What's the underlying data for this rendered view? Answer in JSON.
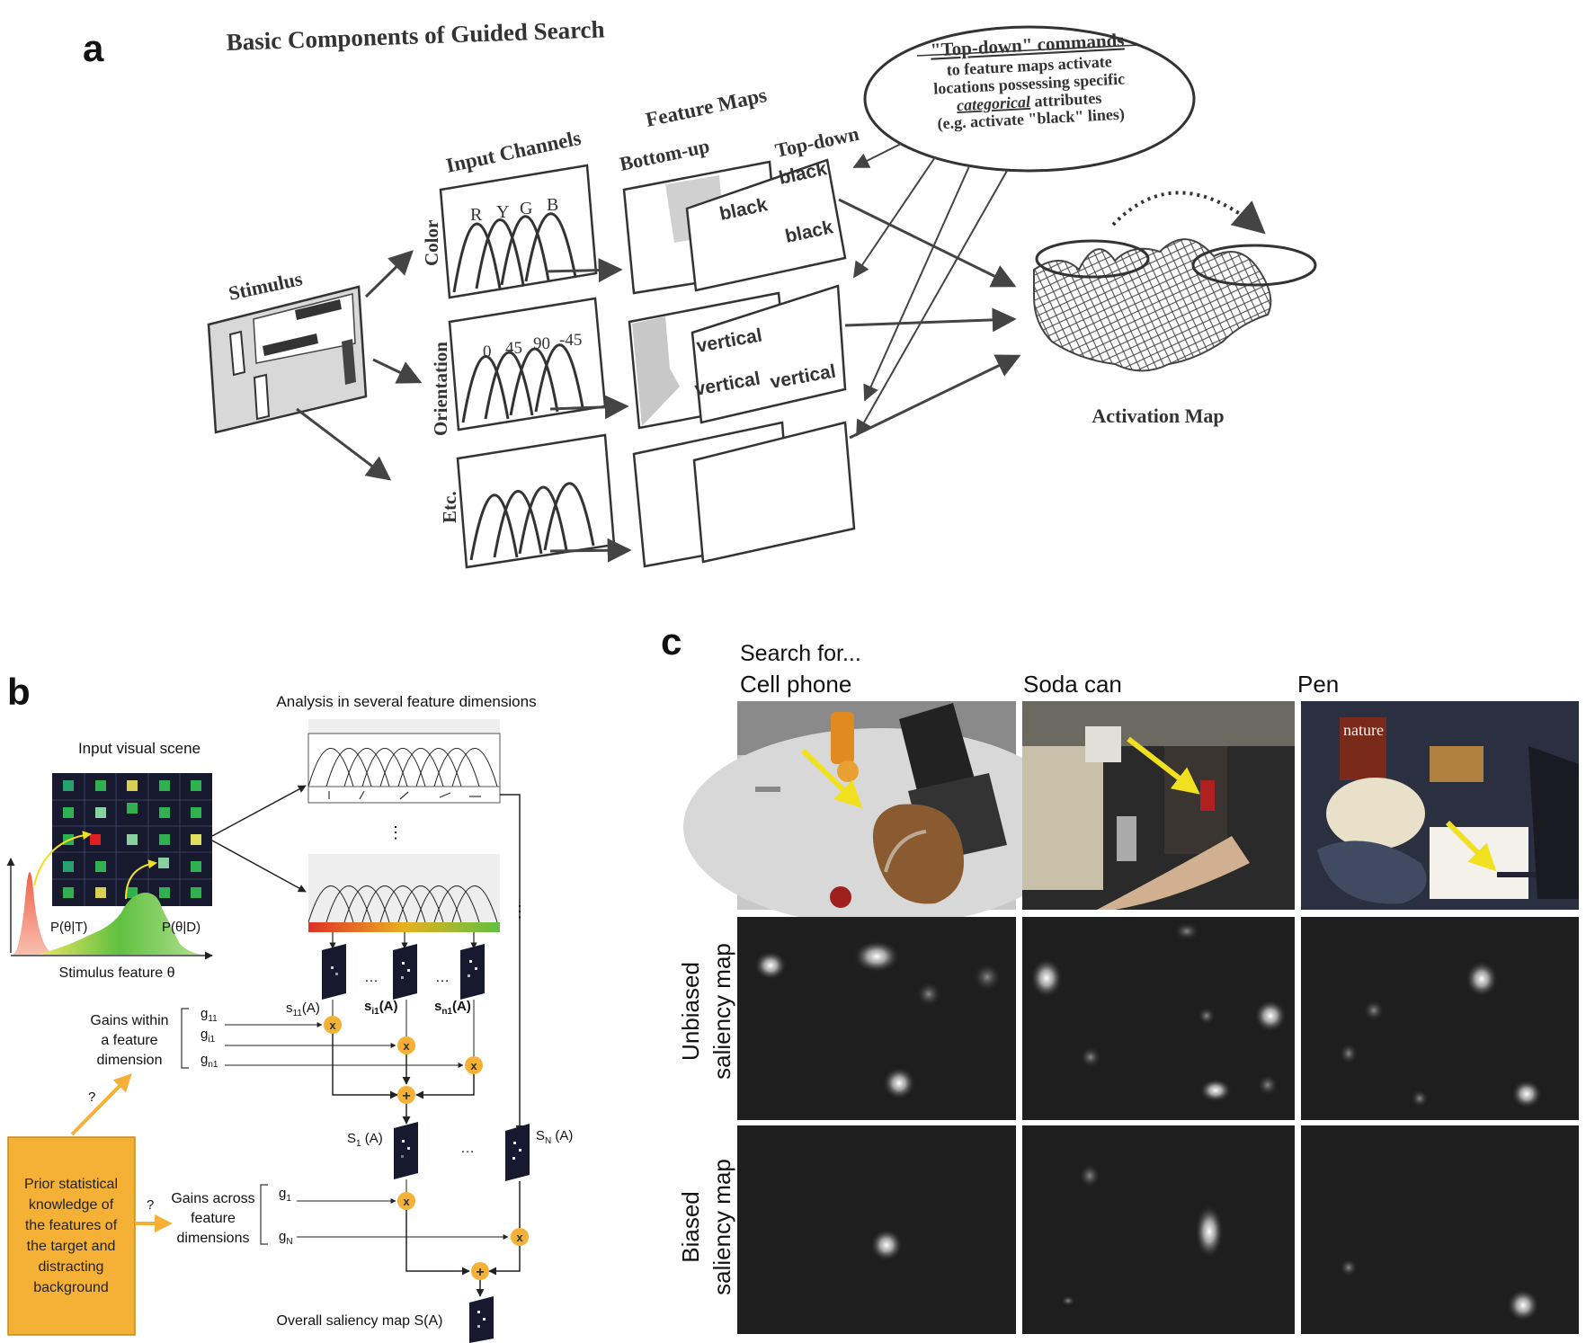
{
  "panel_a": {
    "letter": "a",
    "title": "Basic Components of Guided Search",
    "stimulus_label": "Stimulus",
    "input_channels_label": "Input Channels",
    "feature_maps_label": "Feature Maps",
    "bottom_up_label": "Bottom-up",
    "top_down_label": "Top-down",
    "channels": [
      {
        "name": "Color",
        "curve_labels": [
          "R",
          "Y",
          "G",
          "B"
        ]
      },
      {
        "name": "Orientation",
        "curve_labels": [
          "0",
          "45",
          "90",
          "-45"
        ]
      },
      {
        "name": "Etc.",
        "curve_labels": []
      }
    ],
    "topdown_words": {
      "color": [
        "black",
        "black",
        "black"
      ],
      "orientation": [
        "vertical",
        "vertical",
        "vertical"
      ]
    },
    "topdown_commands": {
      "heading": "\"Top-down\" commands",
      "line1": "to feature maps activate",
      "line2": "locations possessing specific",
      "line3_italic": "categorical",
      "line3_rest": " attributes",
      "line4": "(e.g. activate \"black\" lines)"
    },
    "activation_map_label": "Activation Map"
  },
  "panel_b": {
    "letter": "b",
    "input_scene_label": "Input visual scene",
    "analysis_label": "Analysis in several feature dimensions",
    "p_target": "P(θ|T)",
    "p_distractor": "P(θ|D)",
    "stimulus_feature": "Stimulus feature θ",
    "gains_within": [
      "Gains within",
      "a feature",
      "dimension"
    ],
    "gains_across": [
      "Gains across",
      "feature",
      "dimensions"
    ],
    "prior_knowledge": [
      "Prior statistical",
      "knowledge of",
      "the features of",
      "the target and",
      "distracting",
      "background"
    ],
    "question": "?",
    "gain_labels_within": [
      "g11",
      "gi1",
      "gn1"
    ],
    "gain_labels_across": [
      "g1",
      "gN"
    ],
    "map_labels_top": [
      "s11(A)",
      "si1(A)",
      "sn1(A)"
    ],
    "map_labels_mid": [
      "S1(A)",
      "SN(A)"
    ],
    "multiply_symbol": "x",
    "plus_symbol": "+",
    "ellipsis": "…",
    "overall_label": "Overall saliency map S(A)",
    "colors": {
      "accent": "#f4b135",
      "box_border": "#c68a1a",
      "scene_bg": "#171a2e"
    }
  },
  "panel_c": {
    "letter": "c",
    "search_for": "Search for...",
    "columns": [
      "Cell phone",
      "Soda can",
      "Pen"
    ],
    "rows": [
      {
        "line1": "Unbiased",
        "line2": "saliency map"
      },
      {
        "line1": "Biased",
        "line2": "saliency map"
      }
    ],
    "photo_text": {
      "magazine": "nature"
    }
  }
}
